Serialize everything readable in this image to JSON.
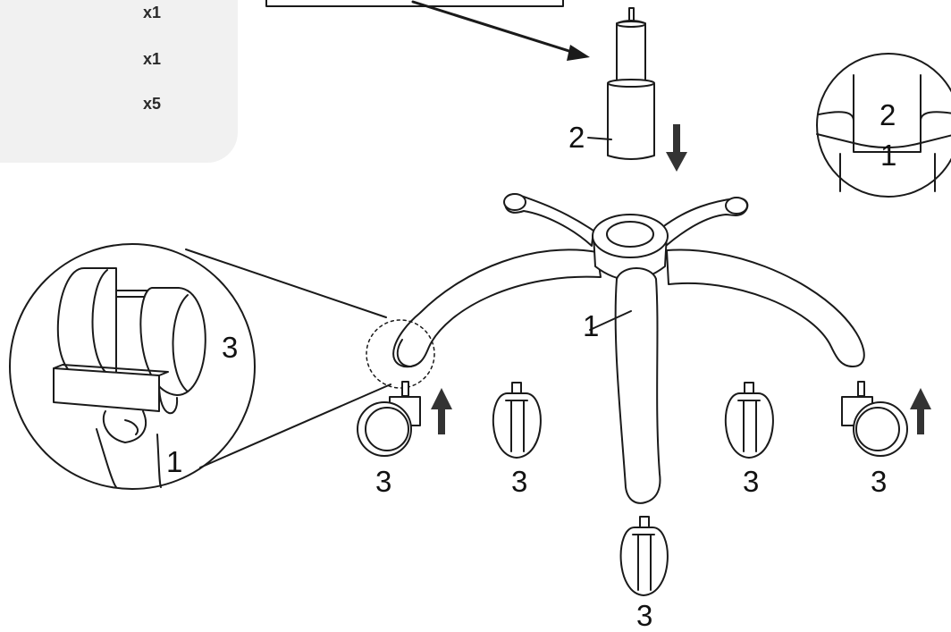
{
  "parts_panel": {
    "quantities": [
      "x1",
      "x1",
      "x5"
    ]
  },
  "callouts": {
    "gas_lift": "2",
    "base": "1",
    "detail_top_upper": "2",
    "detail_top_lower": "1",
    "detail_left_caster": "3",
    "detail_left_base": "1",
    "caster_1": "3",
    "caster_2": "3",
    "caster_3": "3",
    "caster_4": "3",
    "caster_5": "3"
  },
  "icons": {
    "arrow_down": "arrow-down-icon",
    "arrow_up": "arrow-up-icon"
  },
  "colors": {
    "panel": "#f1f1f1",
    "ink": "#1a1a1a",
    "arrow": "#333333"
  }
}
